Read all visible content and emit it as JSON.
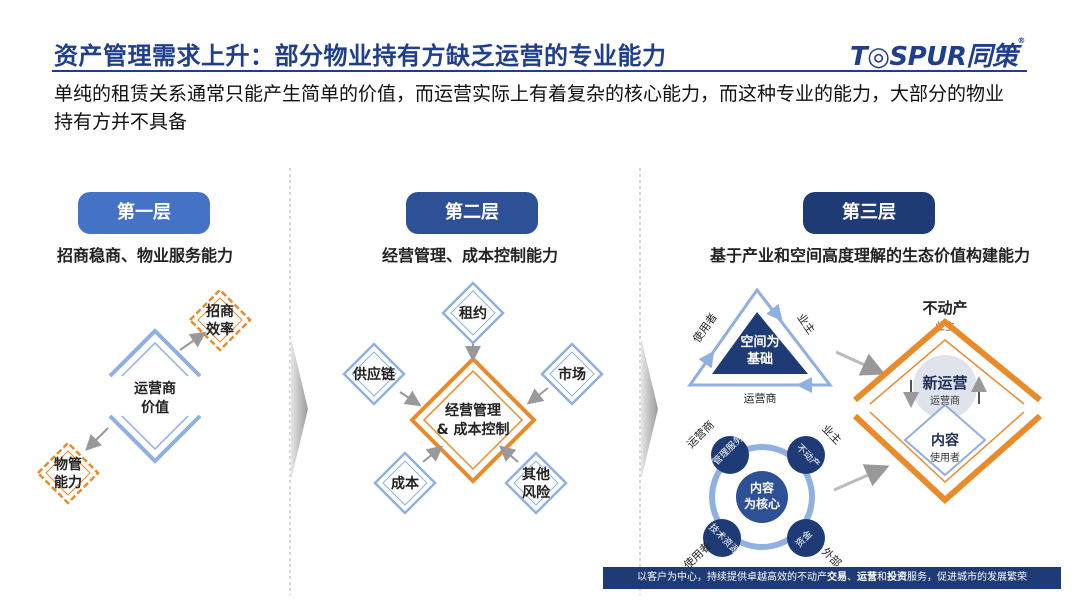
{
  "title": "资产管理需求上升：部分物业持有方缺乏运营的专业能力",
  "logo": {
    "brand": "T◎SPUR",
    "cn": "同策",
    "reg": "®"
  },
  "subtitle": "单纯的租赁关系通常只能产生简单的价值，而运营实际上有着复杂的核心能力，而这种专业的能力，大部分的物业持有方并不具备",
  "colors": {
    "accent": "#1f3e8c",
    "orange": "#e98b2a",
    "light_blue": "#8fb0e0",
    "dark_blue": "#1f3b75"
  },
  "layers": [
    {
      "label": "第一层",
      "caption": "招商稳商、物业服务能力",
      "center_line1": "运营商",
      "center_line2": "价值",
      "top_right_line1": "招商",
      "top_right_line2": "效率",
      "bottom_left_line1": "物管",
      "bottom_left_line2": "能力"
    },
    {
      "label": "第二层",
      "caption": "经营管理、成本控制能力",
      "center_line1": "经营管理",
      "center_line2": "& 成本控制",
      "top": "租约",
      "left": "供应链",
      "right": "市场",
      "bottom_left": "成本",
      "bottom_right_line1": "其他",
      "bottom_right_line2": "风险"
    },
    {
      "label": "第三层",
      "caption": "基于产业和空间高度理解的生态价值构建能力",
      "triangle_center_line1": "空间为",
      "triangle_center_line2": "基础",
      "triangle_left": "使用者",
      "triangle_right": "业主",
      "triangle_bottom": "运营商",
      "cycle_center_line1": "内容",
      "cycle_center_line2": "为核心",
      "cycle_items": [
        "运营商",
        "管理服务",
        "业主",
        "不动产",
        "资金",
        "外部",
        "技术资源",
        "使用者"
      ],
      "right_title": "不动产",
      "right_sub": "业主",
      "new_ops_title": "新运营",
      "new_ops_sub": "运营商",
      "content_title": "内容",
      "content_sub": "使用者"
    }
  ],
  "footer": {
    "prefix": "以客户为中心，持续提供卓越高效的不动产",
    "b1": "交易",
    "sep1": "、",
    "b2": "运营",
    "mid": "和",
    "b3": "投资",
    "suffix": "服务，促进城市的发展繁荣"
  }
}
